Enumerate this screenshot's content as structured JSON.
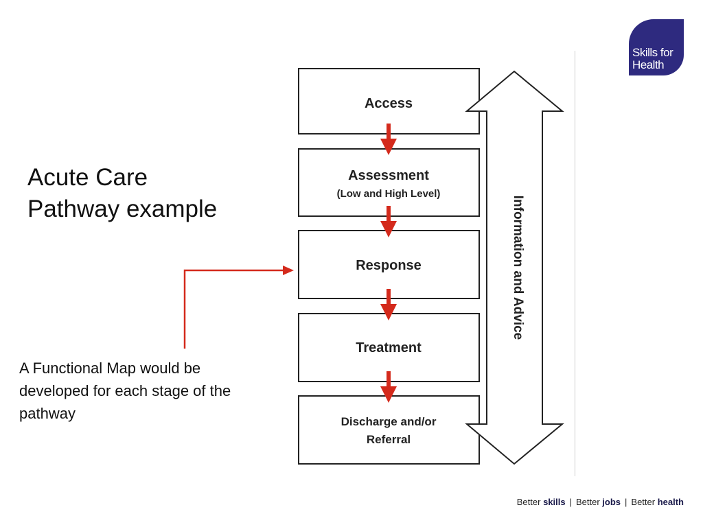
{
  "title": {
    "line1": "Acute Care",
    "line2": "Pathway example"
  },
  "note": "A Functional Map would be developed for each stage of the pathway",
  "logo": {
    "line1": "Skills for",
    "line2": "Health"
  },
  "diagram": {
    "stages": [
      {
        "title": "Access",
        "subtitle": ""
      },
      {
        "title": "Assessment",
        "subtitle": "(Low and High Level)"
      },
      {
        "title": "Response",
        "subtitle": ""
      },
      {
        "title": "Treatment",
        "subtitle": ""
      },
      {
        "title": "Discharge and/or",
        "subtitle": "Referral"
      }
    ],
    "side_label": "Information and Advice",
    "arrow_color": "#d42a1c",
    "box_border_color": "#222222"
  },
  "footer": {
    "better1": "Better ",
    "word1": "skills",
    "sep1": "|",
    "better2": "Better ",
    "word2": "jobs",
    "sep2": "|",
    "better3": "Better ",
    "word3": "health"
  }
}
